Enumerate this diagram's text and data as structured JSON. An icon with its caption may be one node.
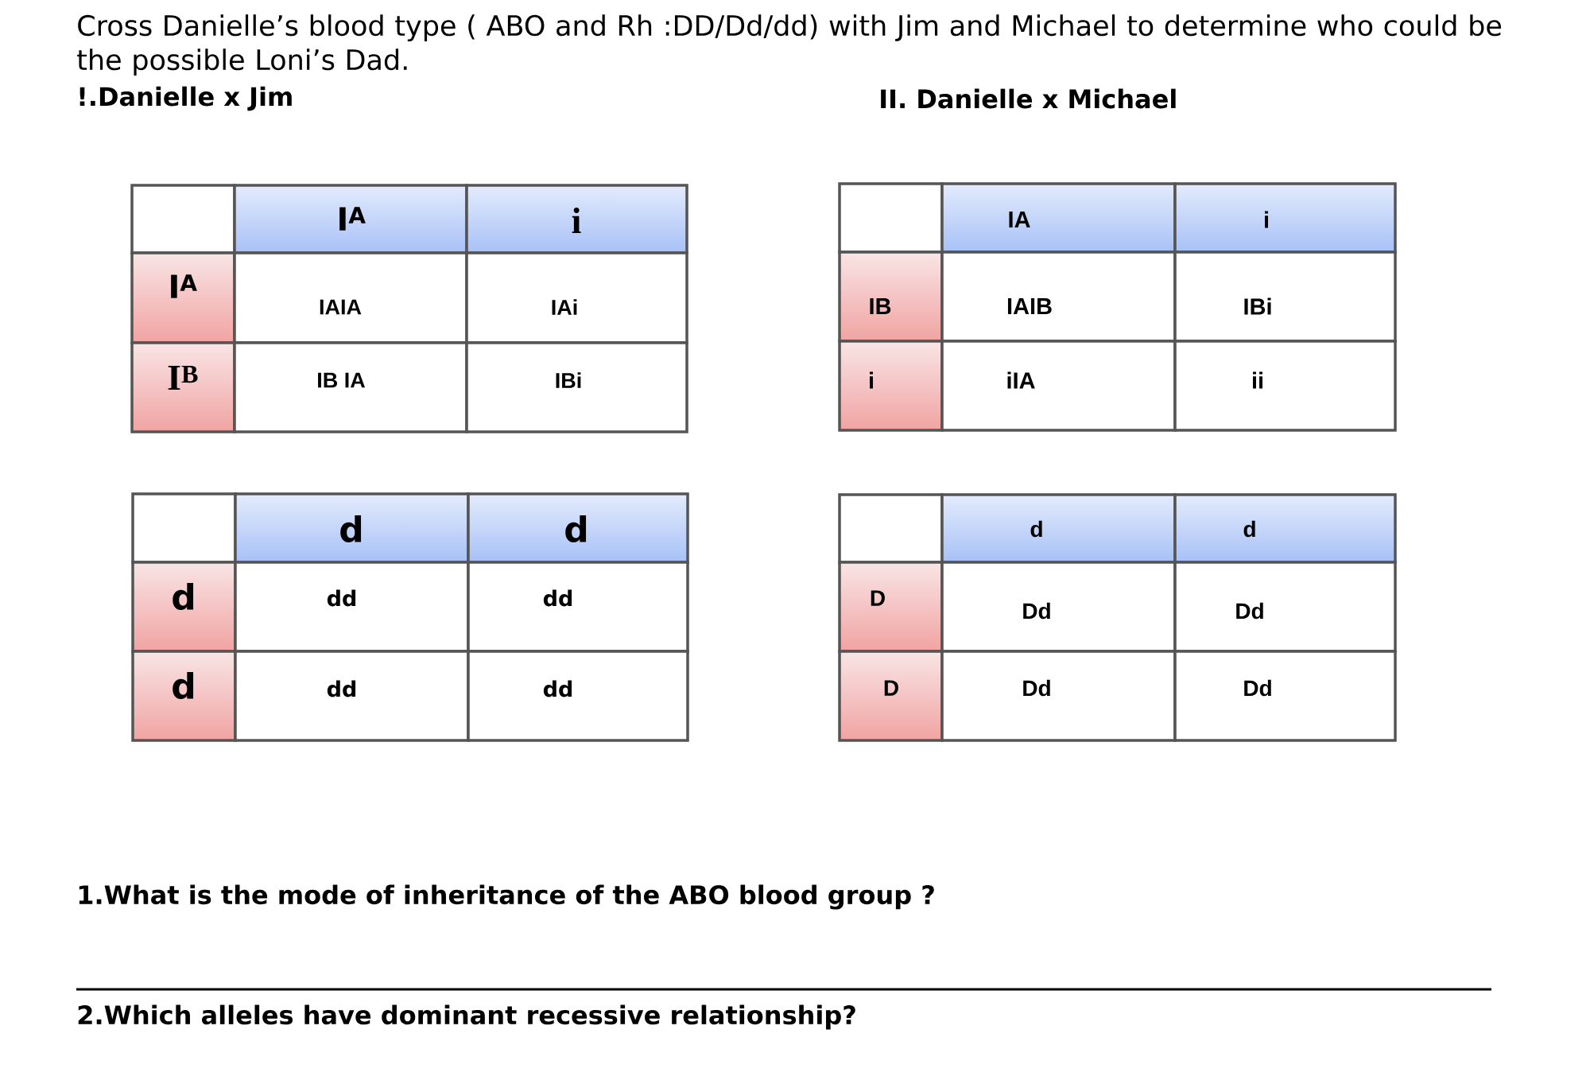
{
  "diagram": {
    "title": "Cross Danielle’s blood type ( ABO and Rh :DD/Dd/dd) with Jim and Michael to determine who could be the possible Loni’s Dad.",
    "labels": [
      "!.Danielle x Jim",
      "II. Danielle x Michael",
      "I$^{A}$",
      "i",
      "I$^{A}$",
      "IAIA",
      "IAi",
      "I$^{B}$",
      "IB IA",
      "IBi",
      "IA",
      "i",
      "IB",
      "IAIB",
      "IBi",
      "i",
      "iIA",
      "ii",
      "d",
      "d",
      "d",
      "dd",
      "dd",
      "d",
      "dd",
      "dd",
      "d",
      "d",
      "D",
      "Dd",
      "Dd",
      "D",
      "Dd",
      "Dd",
      "1.What is the mode of inheritance of the ABO blood group ?",
      "2.Which alleles have dominant recessive relationship?"
    ]
  }
}
